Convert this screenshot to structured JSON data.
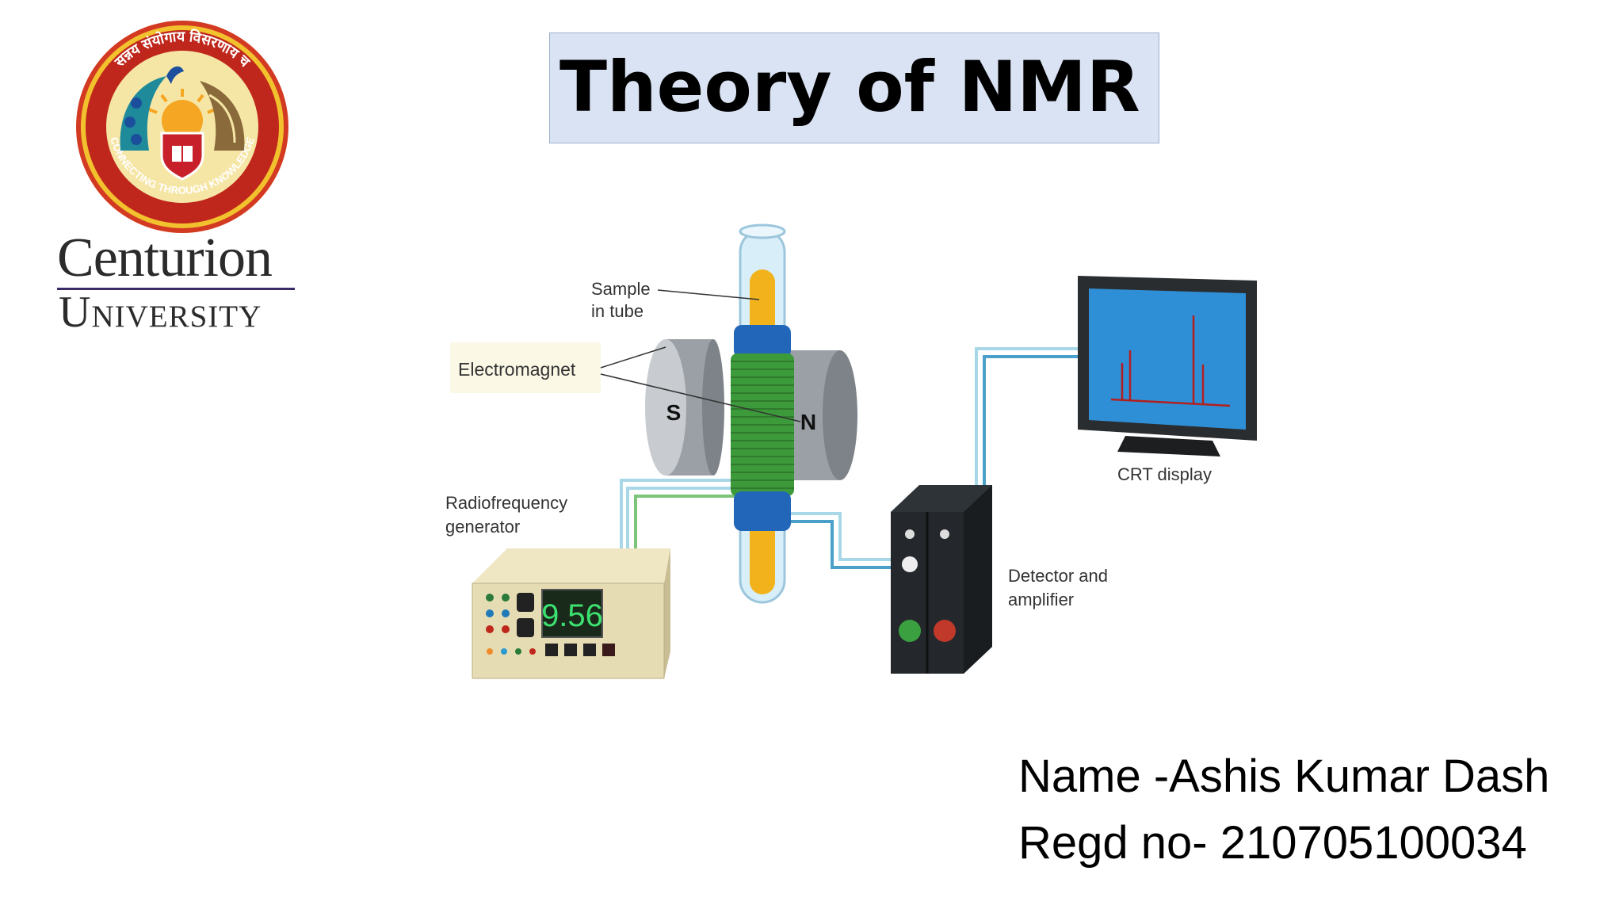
{
  "slide": {
    "title": "Theory of NMR",
    "logo": {
      "name_line1": "Centurion",
      "name_line2": "University",
      "seal_top_text": "सन्नय संयोगाय विसरणाय च",
      "seal_bottom_text": "CONNECTING THROUGH KNOWLEDGE"
    },
    "student": {
      "name": "Name -Ashis Kumar Dash",
      "regd": "Regd no- 210705100034"
    }
  },
  "diagram": {
    "labels": {
      "sample": [
        "Sample",
        "in tube"
      ],
      "electromagnet": "Electromagnet",
      "pole_s": "S",
      "pole_n": "N",
      "rf_generator": [
        "Radiofrequency",
        "generator"
      ],
      "detector": [
        "Detector and",
        "amplifier"
      ],
      "crt": "CRT display"
    },
    "rf_readout": "9.56",
    "colors": {
      "sample": "#f2b21c",
      "coil": "#3d9a3a",
      "coil_end": "#2166b8",
      "magnet": "#9aa0a6",
      "wire": "#a8d8e8",
      "screen": "#2f8fd6",
      "spectrum": "#b21f1f",
      "title_bg": "#dae3f3"
    }
  }
}
